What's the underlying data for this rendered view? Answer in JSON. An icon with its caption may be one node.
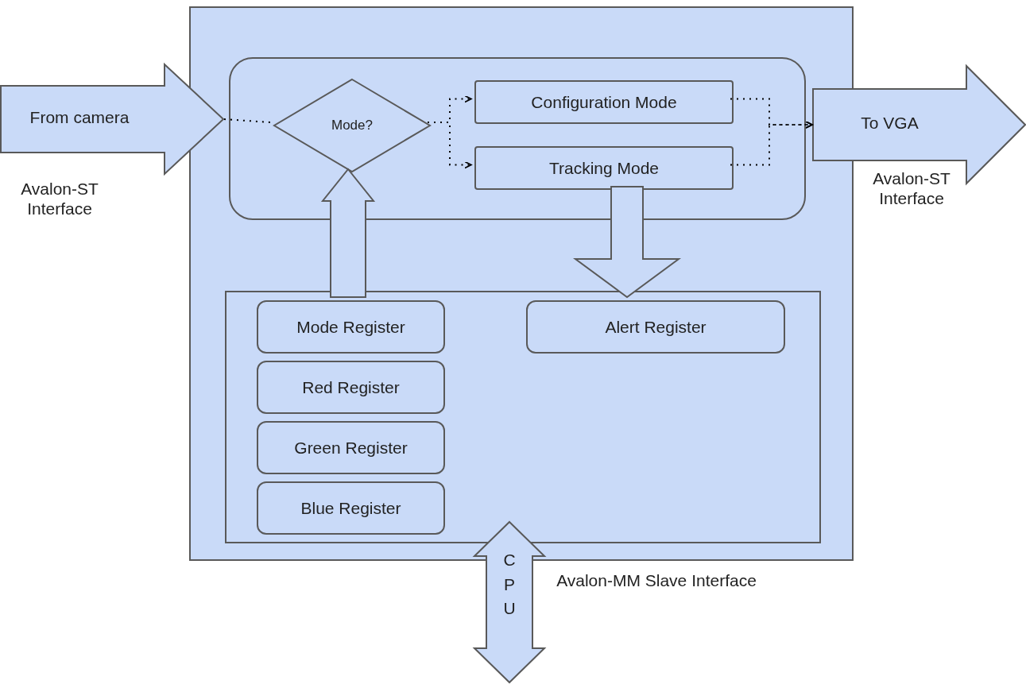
{
  "diagram": {
    "nodes": [
      {
        "text": [],
        "shape": "box"
      },
      {
        "text": [
          "From camera"
        ],
        "beside": [
          "Avalon-ST Interface"
        ]
      },
      {
        "text": [
          "To VGA"
        ],
        "beside": [
          "Avalon-ST Interface"
        ]
      },
      {
        "text": [],
        "shape": "box",
        "in": 0
      },
      {
        "text": [
          "Mode?"
        ],
        "in": 3
      },
      {
        "text": [
          "Configuration Mode"
        ],
        "in": 3
      },
      {
        "text": [
          "Tracking Mode"
        ],
        "in": 3
      },
      {
        "text": [],
        "shape": "box",
        "in": 0
      },
      {
        "text": [
          "Mode Register"
        ],
        "in": 7
      },
      {
        "text": [
          "Red Register"
        ],
        "in": 7
      },
      {
        "text": [
          "Green Register"
        ],
        "in": 7
      },
      {
        "text": [
          "Blue Register"
        ],
        "in": 7
      },
      {
        "text": [
          "Alert Register"
        ],
        "in": 7
      },
      {
        "text": [
          "CPU"
        ],
        "beside": [
          "Avalon-MM Slave Interface"
        ]
      }
    ],
    "edges": [
      {
        "from": 1,
        "to": 4,
        "arrow": "none",
        "style": "dashed"
      },
      {
        "from": 4,
        "to": 5,
        "arrow": "to",
        "style": "dashed"
      },
      {
        "from": 4,
        "to": 6,
        "arrow": "to",
        "style": "dashed"
      },
      {
        "from": 5,
        "to": 2,
        "arrow": "to",
        "style": "dashed"
      },
      {
        "from": 6,
        "to": 2,
        "arrow": "to",
        "style": "dashed"
      },
      {
        "from": 8,
        "to": 4,
        "arrow": "to",
        "style": "thick"
      },
      {
        "from": 6,
        "to": 12,
        "arrow": "to",
        "style": "thick"
      }
    ]
  }
}
